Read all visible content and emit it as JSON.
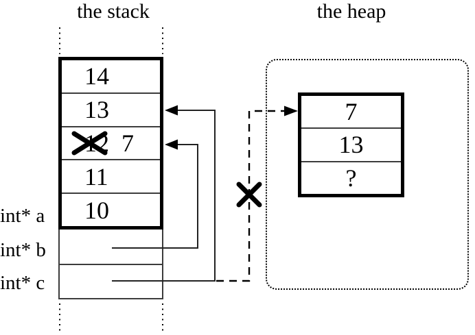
{
  "titles": {
    "stack": "the stack",
    "heap": "the heap"
  },
  "stack": {
    "cells": [
      {
        "value": "14"
      },
      {
        "value": "13"
      },
      {
        "old_value": "12",
        "new_value": "7",
        "crossed_out": true
      },
      {
        "value": "11"
      },
      {
        "value": "10"
      }
    ],
    "pointer_labels": [
      {
        "label": "int* a"
      },
      {
        "label": "int* b"
      },
      {
        "label": "int* c"
      }
    ]
  },
  "heap": {
    "cells": [
      {
        "value": "7"
      },
      {
        "value": "13"
      },
      {
        "value": "?"
      }
    ]
  },
  "colors": {
    "ink": "#000000",
    "background": "#ffffff"
  }
}
